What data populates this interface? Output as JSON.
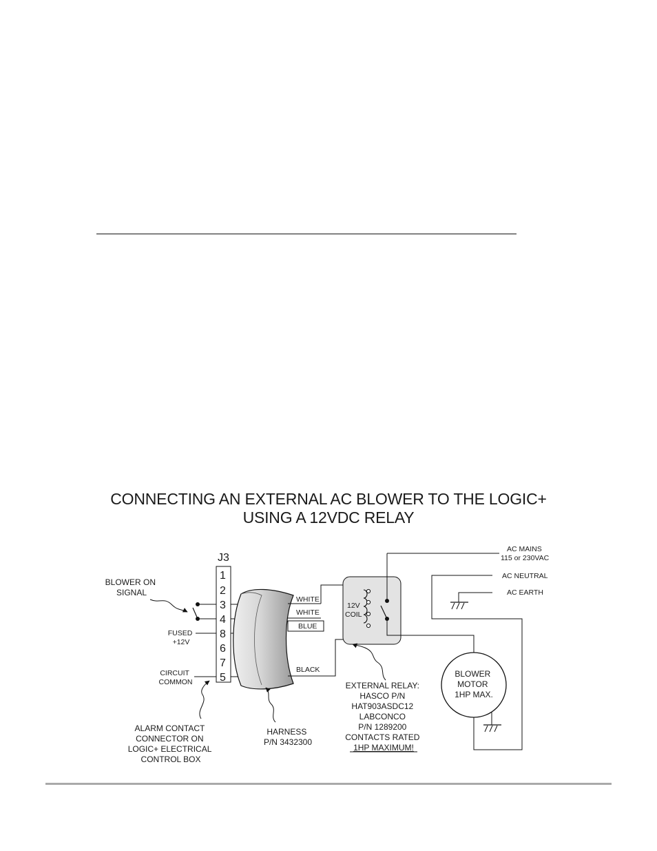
{
  "title": {
    "line1": "CONNECTING AN EXTERNAL AC BLOWER TO THE LOGIC+",
    "line2": "USING A 12VDC RELAY"
  },
  "connector": {
    "name": "J3",
    "pins": [
      "1",
      "2",
      "3",
      "4",
      "8",
      "6",
      "7",
      "5"
    ]
  },
  "left_labels": {
    "blower_on_signal": [
      "BLOWER ON",
      "SIGNAL"
    ],
    "fused_12v": [
      "FUSED",
      "+12V"
    ],
    "circuit_common": [
      "CIRCUIT",
      "COMMON"
    ],
    "alarm_contact": [
      "ALARM CONTACT",
      "CONNECTOR ON",
      "LOGIC+ ELECTRICAL",
      "CONTROL BOX"
    ]
  },
  "wires": {
    "white1": "WHITE",
    "white2": "WHITE",
    "blue": "BLUE",
    "black": "BLACK"
  },
  "harness": [
    "HARNESS",
    "P/N 3432300"
  ],
  "relay": {
    "coil": [
      "12V",
      "COIL"
    ],
    "caption": [
      "EXTERNAL RELAY:",
      "HASCO P/N",
      "HAT903ASDC12",
      "LABCONCO",
      "P/N 1289200",
      "CONTACTS RATED",
      "1HP MAXIMUM!"
    ]
  },
  "ac": {
    "mains": [
      "AC MAINS",
      "115 or 230VAC"
    ],
    "neutral": "AC NEUTRAL",
    "earth": "AC EARTH"
  },
  "motor": [
    "BLOWER",
    "MOTOR",
    "1HP MAX."
  ]
}
